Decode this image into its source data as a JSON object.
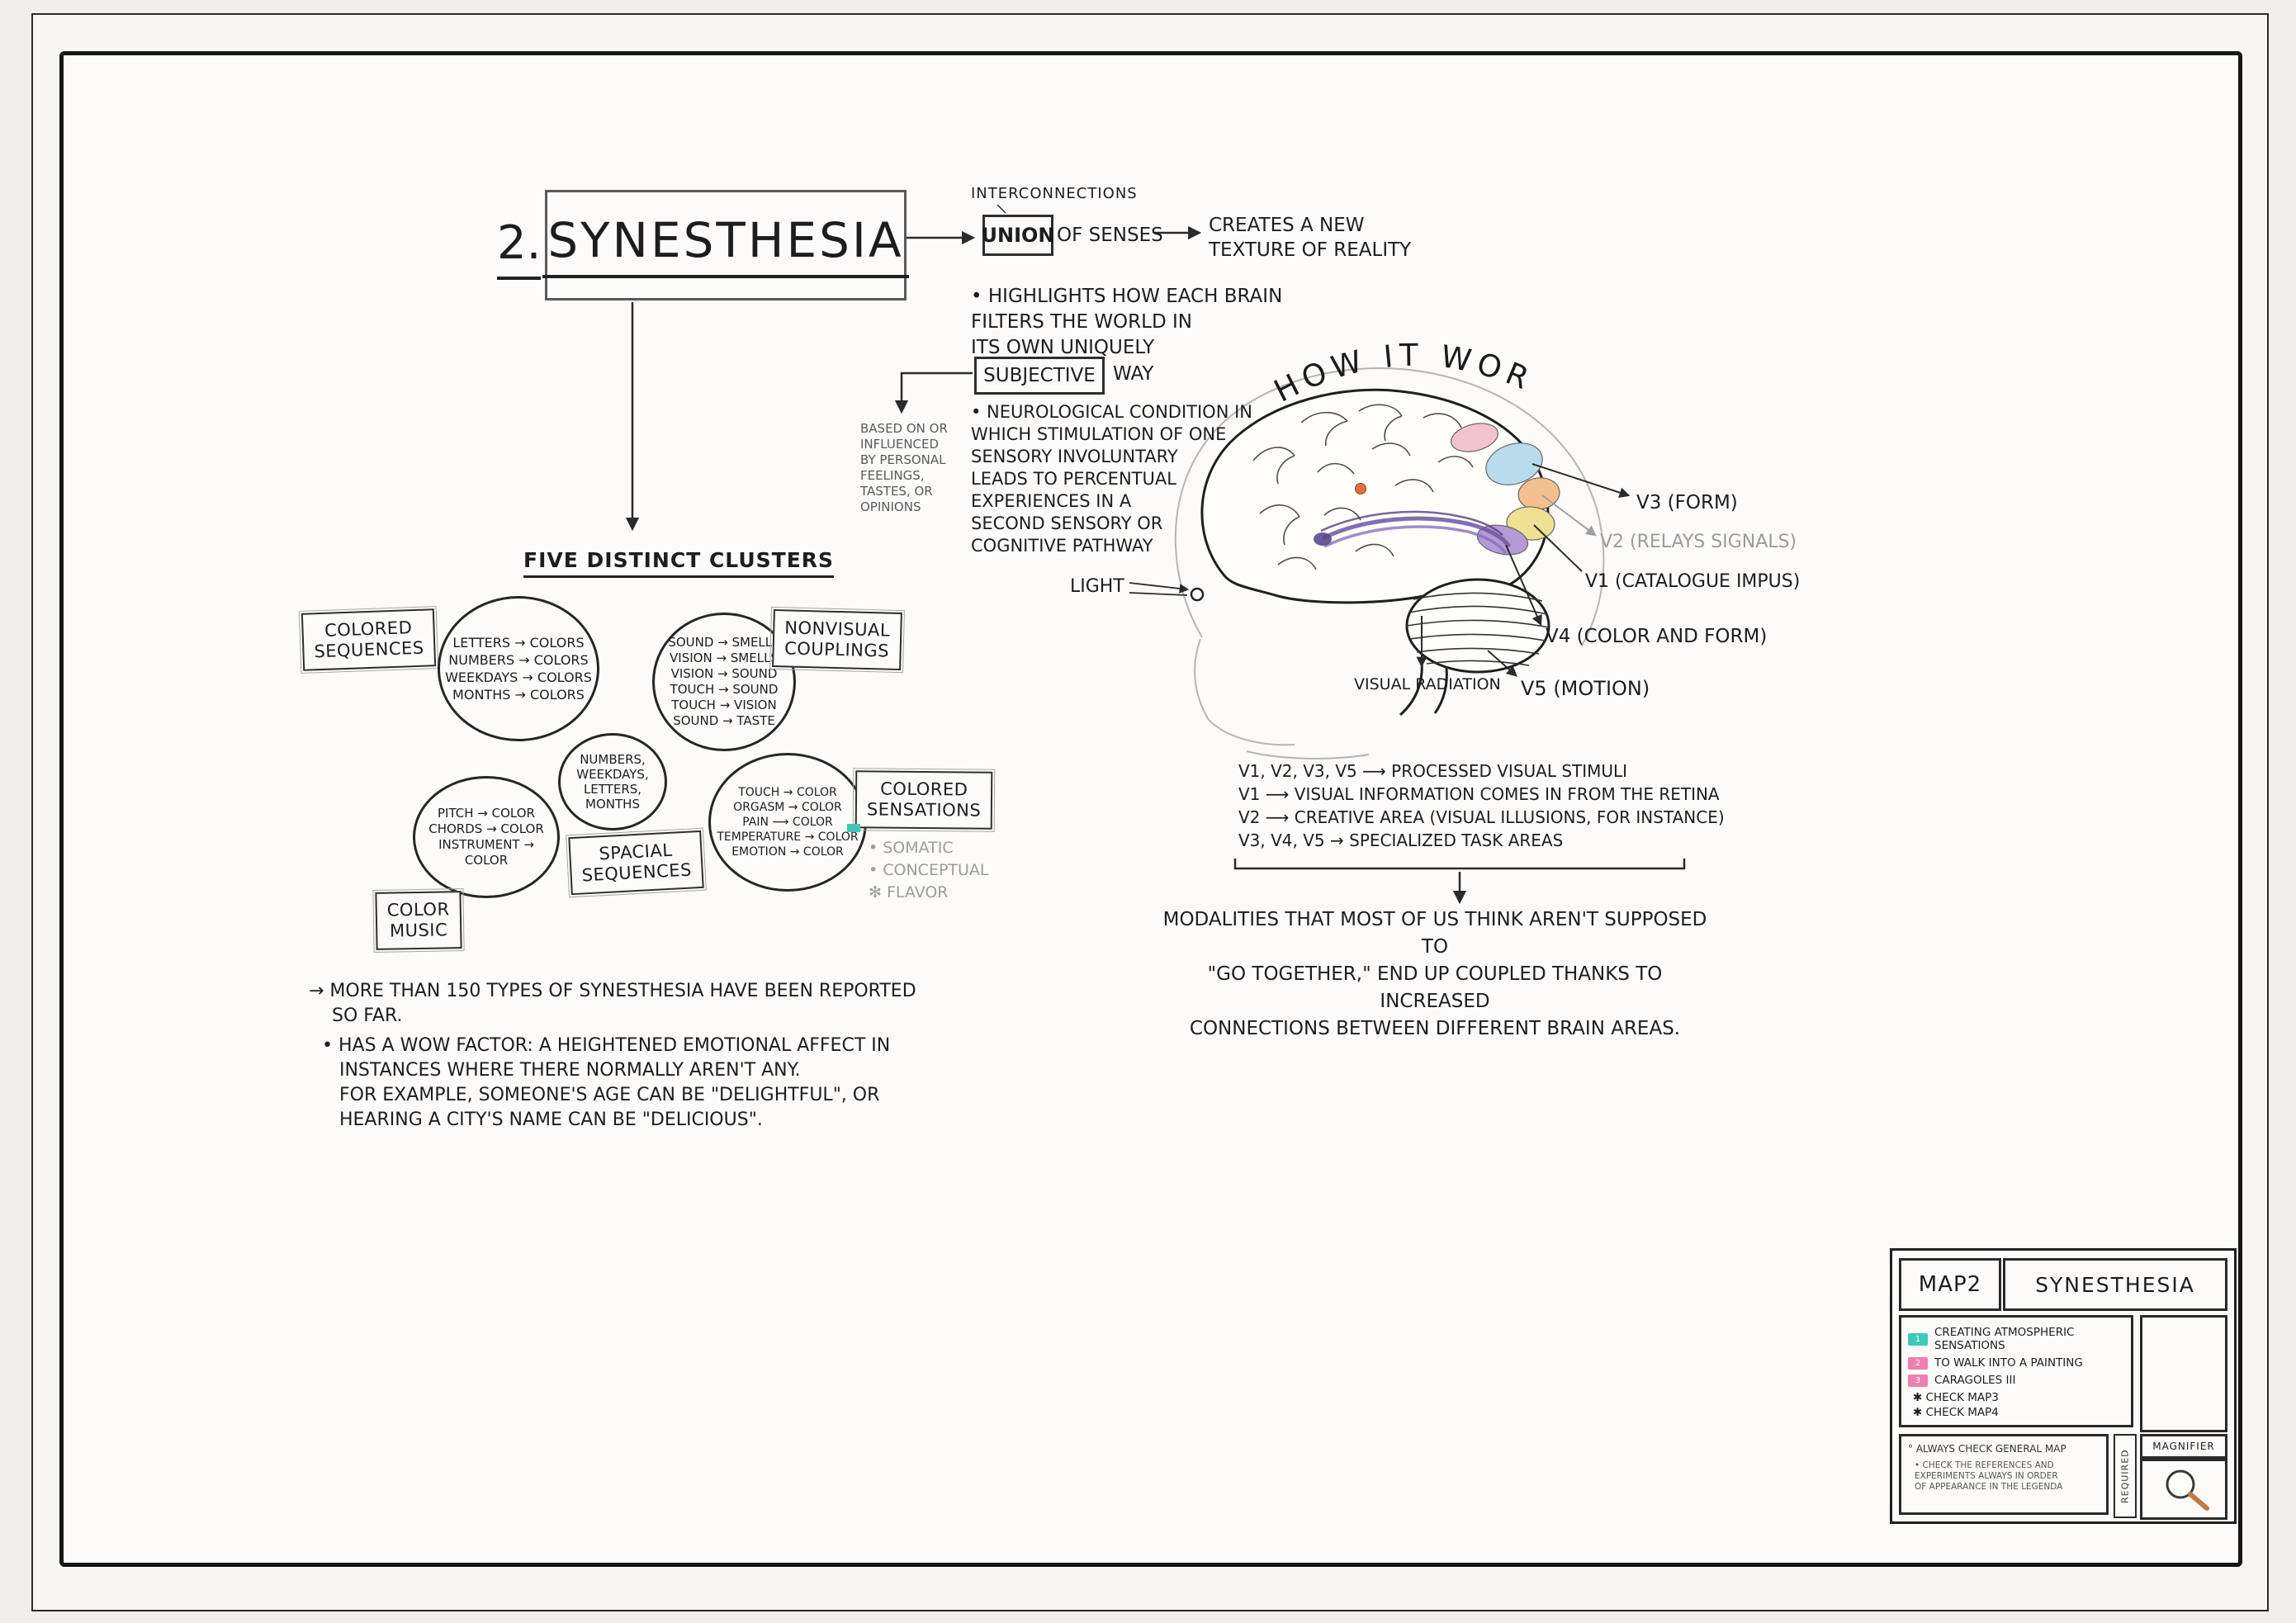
{
  "colors": {
    "ink": "#1d1d1f",
    "gray_ink": "#9b9b9b",
    "accent_teal": "#3fc8ba",
    "accent_pink": "#ee7fae",
    "brain_blue": "#b8dcec",
    "brain_orange": "#f4c08e",
    "brain_yellow": "#efe191",
    "brain_purple": "#b49bd6",
    "brain_pink": "#f3c2cf",
    "radiation_purple": "#6d55a2"
  },
  "title": {
    "number": "2.",
    "word": "SYNESTHESIA"
  },
  "union": {
    "interconnections": "INTERCONNECTIONS",
    "box": "UNION",
    "of_senses": "OF SENSES",
    "creates": "CREATES A NEW\nTEXTURE OF REALITY"
  },
  "definition": {
    "highlights": "• HIGHLIGHTS HOW EACH BRAIN\nFILTERS THE WORLD IN\nITS OWN UNIQUELY",
    "subjective": "SUBJECTIVE",
    "way": "WAY",
    "subjective_note": "BASED ON OR\nINFLUENCED\nBY PERSONAL\nFEELINGS,\nTASTES, OR\nOPINIONS",
    "neurological": "• NEUROLOGICAL CONDITION IN\nWHICH STIMULATION OF ONE\nSENSORY INVOLUNTARY\nLEADS TO PERCENTUAL\nEXPERIENCES IN A\nSECOND SENSORY OR\nCOGNITIVE PATHWAY"
  },
  "how_it_works": {
    "title": "HOW IT WORKS",
    "light_label": "LIGHT",
    "v3": "V3 (FORM)",
    "v2": "V2 (RELAYS SIGNALS)",
    "v1": "V1 (CATALOGUE IMPUS)",
    "v4": "V4 (COLOR AND FORM)",
    "v5": "V5 (MOTION)",
    "visual_radiation": "VISUAL RADIATION",
    "notes": [
      "V1, V2, V3, V5 ⟶ PROCESSED VISUAL STIMULI",
      "V1 ⟶ VISUAL INFORMATION COMES IN FROM THE RETINA",
      "V2 ⟶ CREATIVE AREA (VISUAL ILLUSIONS, FOR INSTANCE)",
      "V3, V4, V5 → SPECIALIZED TASK AREAS"
    ],
    "conclusion": "MODALITIES THAT MOST OF US THINK AREN'T SUPPOSED TO\n\"GO TOGETHER,\" END UP COUPLED THANKS TO INCREASED\nCONNECTIONS BETWEEN DIFFERENT BRAIN AREAS."
  },
  "clusters": {
    "heading": "FIVE DISTINCT CLUSTERS",
    "colored_sequences_label": "COLORED\nSEQUENCES",
    "colored_sequences_items": "LETTERS → COLORS\nNUMBERS → COLORS\nWEEKDAYS → COLORS\nMONTHS → COLORS",
    "nonvisual_label": "NONVISUAL\nCOUPLINGS",
    "nonvisual_items": "SOUND → SMELLS\nVISION → SMELLS\nVISION → SOUND\nTOUCH → SOUND\nTOUCH → VISION\nSOUND → TASTE",
    "spacial_label": "SPACIAL\nSEQUENCES",
    "spacial_items": "NUMBERS,\nWEEKDAYS,\nLETTERS,\nMONTHS",
    "color_music_label": "COLOR\nMUSIC",
    "color_music_items": "PITCH → COLOR\nCHORDS → COLOR\nINSTRUMENT → COLOR",
    "sensations_label": "COLORED\nSENSATIONS",
    "sensations_items": "TOUCH → COLOR\nORGASM → COLOR\nPAIN ⟶ COLOR\nTEMPERATURE → COLOR\nEMOTION → COLOR",
    "sensations_sub": "• SOMATIC\n• CONCEPTUAL\n✻ FLAVOR"
  },
  "facts": {
    "reported": "→ MORE THAN 150 TYPES OF SYNESTHESIA HAVE BEEN REPORTED\n    SO FAR.",
    "wow": "• HAS A WOW FACTOR: A HEIGHTENED EMOTIONAL AFFECT IN\n   INSTANCES WHERE THERE NORMALLY AREN'T ANY.\n   FOR EXAMPLE, SOMEONE'S AGE CAN BE \"DELIGHTFUL\", OR\n   HEARING A CITY'S NAME CAN BE \"DELICIOUS\"."
  },
  "legend": {
    "map_label": "MAP2",
    "map_title": "SYNESTHESIA",
    "entries": [
      {
        "num": "1",
        "text": "CREATING ATMOSPHERIC SENSATIONS",
        "color": "#3fc8ba"
      },
      {
        "num": "2",
        "text": "TO WALK INTO A PAINTING",
        "color": "#ee7fae"
      },
      {
        "num": "3",
        "text": "CARAGOLES III",
        "color": "#ee7fae"
      }
    ],
    "check1": "✱ CHECK MAP3",
    "check2": "✱ CHECK MAP4",
    "note_title": "° ALWAYS CHECK GENERAL MAP",
    "note_body": "• CHECK THE REFERENCES AND\nEXPERIMENTS ALWAYS IN ORDER\nOF APPEARANCE IN THE LEGENDA",
    "required": "REQUIRED",
    "magnifier": "MAGNIFIER"
  }
}
